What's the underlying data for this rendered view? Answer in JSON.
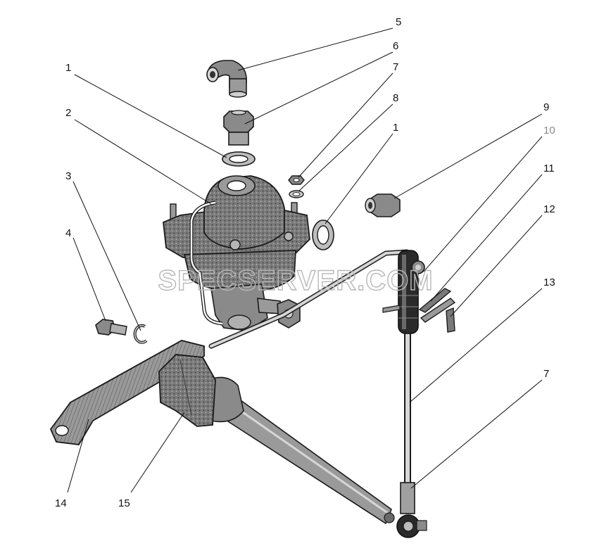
{
  "callouts": [
    {
      "id": "c5",
      "label": "5"
    },
    {
      "id": "c6",
      "label": "6"
    },
    {
      "id": "c7a",
      "label": "7"
    },
    {
      "id": "c1a",
      "label": "1"
    },
    {
      "id": "c2",
      "label": "2"
    },
    {
      "id": "c8",
      "label": "8"
    },
    {
      "id": "c1b",
      "label": "1"
    },
    {
      "id": "c9",
      "label": "9"
    },
    {
      "id": "c10",
      "label": "10"
    },
    {
      "id": "c11",
      "label": "11"
    },
    {
      "id": "c3",
      "label": "3"
    },
    {
      "id": "c12",
      "label": "12"
    },
    {
      "id": "c4",
      "label": "4"
    },
    {
      "id": "c13",
      "label": "13"
    },
    {
      "id": "c7b",
      "label": "7"
    },
    {
      "id": "c14",
      "label": "14"
    },
    {
      "id": "c15",
      "label": "15"
    }
  ],
  "watermark": "SPECSERVER.COM",
  "colors": {
    "ink": "#1a1a1a",
    "body_shade": "#6e6e6e",
    "rod_shade": "#8c8c8c",
    "watermark": "#b8b8b8",
    "callout_10": "#8a8a8a"
  }
}
